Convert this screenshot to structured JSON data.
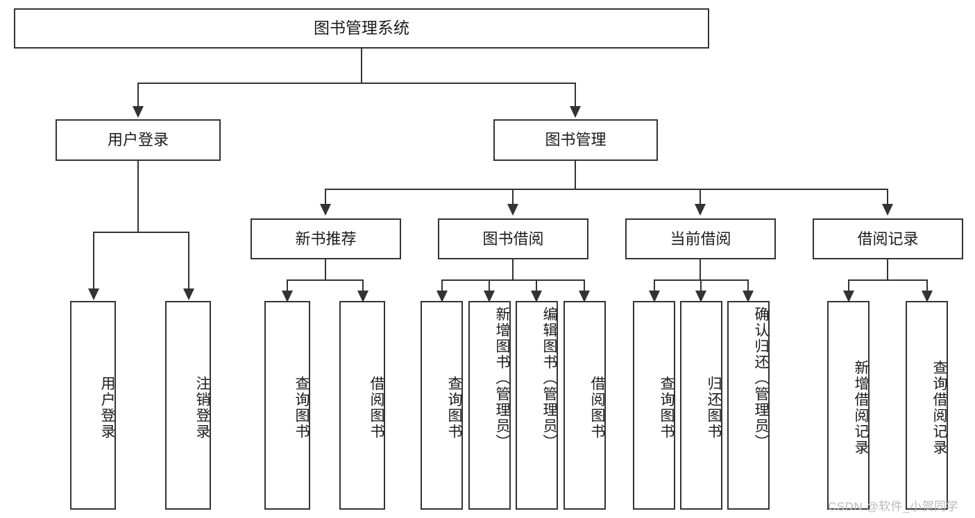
{
  "diagram": {
    "title": "图书管理系统",
    "root": {
      "label": "图书管理系统"
    },
    "level2": [
      {
        "label": "用户登录"
      },
      {
        "label": "图书管理"
      }
    ],
    "level3": [
      {
        "label": "新书推荐"
      },
      {
        "label": "图书借阅"
      },
      {
        "label": "当前借阅"
      },
      {
        "label": "借阅记录"
      }
    ],
    "leaves": {
      "user_login": [
        {
          "label": "用户登录"
        },
        {
          "label": "注销登录"
        }
      ],
      "new_book_recommend": [
        {
          "label": "查询图书"
        },
        {
          "label": "借阅图书"
        }
      ],
      "book_borrow": [
        {
          "label": "查询图书"
        },
        {
          "label": "新增图书（管理员）"
        },
        {
          "label": "编辑图书（管理员）"
        },
        {
          "label": "借阅图书"
        }
      ],
      "current_borrow": [
        {
          "label": "查询图书"
        },
        {
          "label": "归还图书"
        },
        {
          "label": "确认归还（管理员）"
        }
      ],
      "borrow_record": [
        {
          "label": "新增借阅记录"
        },
        {
          "label": "查询借阅记录"
        }
      ]
    }
  },
  "watermark": {
    "text": "CSDN @软件_小贺同学"
  },
  "colors": {
    "stroke": "#333333",
    "text": "#1b1b1b",
    "background": "#ffffff",
    "watermark": "#b9b9b9"
  }
}
